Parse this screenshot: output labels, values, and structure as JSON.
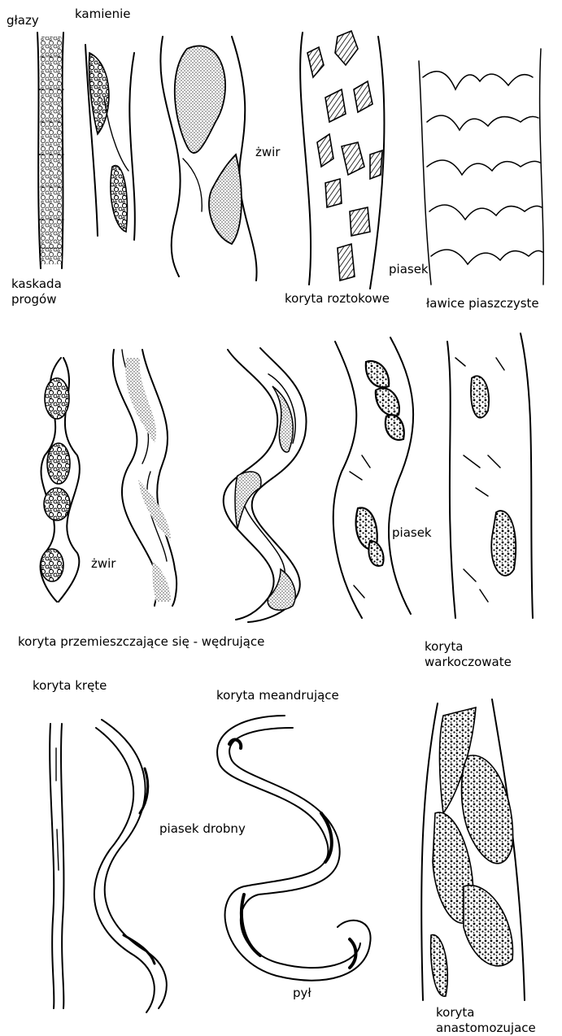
{
  "labels": {
    "glazy": "głazy",
    "kamienie": "kamienie",
    "zwir_top": "żwir",
    "piasek_top": "piasek",
    "kaskada_line1": "kaskada",
    "kaskada_line2": "progów",
    "koryta_roztokowe": "koryta roztokowe",
    "lawice_piaszczyste": "ławice piaszczyste",
    "zwir_mid": "żwir",
    "piasek_mid": "piasek",
    "koryta_przemieszczajace": "koryta przemieszczające się - wędrujące",
    "warkoczowate_line1": "koryta",
    "warkoczowate_line2": "warkoczowate",
    "koryta_krete": "koryta kręte",
    "koryta_meandrujace": "koryta meandrujące",
    "piasek_drobny": "piasek drobny",
    "pyl": "pył",
    "anastomozujace_line1": "koryta",
    "anastomozujace_line2": "anastomozujace"
  },
  "colors": {
    "ink": "#000000",
    "stipple": "#9a9a9a",
    "paper": "#ffffff"
  }
}
